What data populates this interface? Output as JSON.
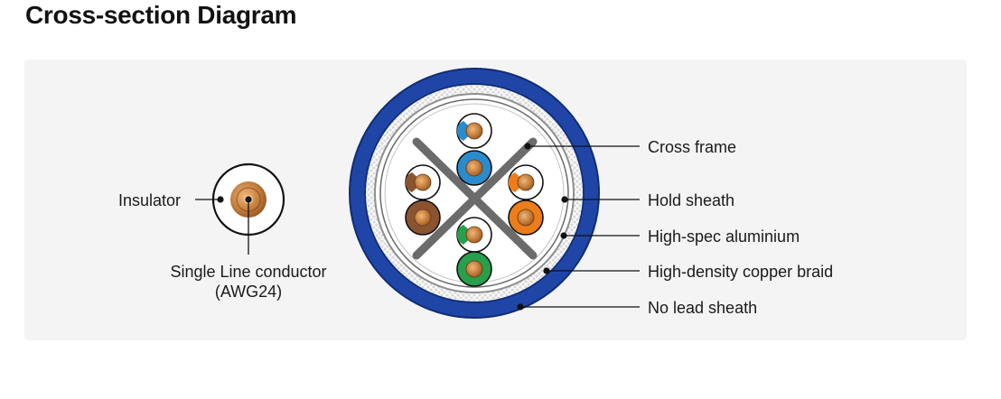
{
  "page": {
    "title": "Cross-section Diagram"
  },
  "conductor_detail": {
    "insulator_label": "Insulator",
    "conductor_label_line1": "Single Line conductor",
    "conductor_label_line2": "(AWG24)"
  },
  "cable_layers": {
    "cross_frame": "Cross frame",
    "hold_sheath": "Hold sheath",
    "aluminium": "High-spec aluminium",
    "copper_braid": "High-density copper braid",
    "outer_jacket": "No lead sheath"
  },
  "colors": {
    "panel_background": "#f4f4f4",
    "outer_jacket": "#1f46a7",
    "cross_frame": "#6b6b6b",
    "pair_blue": "#2a8ccc",
    "pair_orange": "#ec7d1a",
    "pair_brown": "#8a5430",
    "pair_green": "#26a04a",
    "copper": "#c07a3a"
  },
  "pairs": [
    {
      "name": "blue",
      "color": "#2a8ccc"
    },
    {
      "name": "orange",
      "color": "#ec7d1a"
    },
    {
      "name": "brown",
      "color": "#8a5430"
    },
    {
      "name": "green",
      "color": "#26a04a"
    }
  ]
}
